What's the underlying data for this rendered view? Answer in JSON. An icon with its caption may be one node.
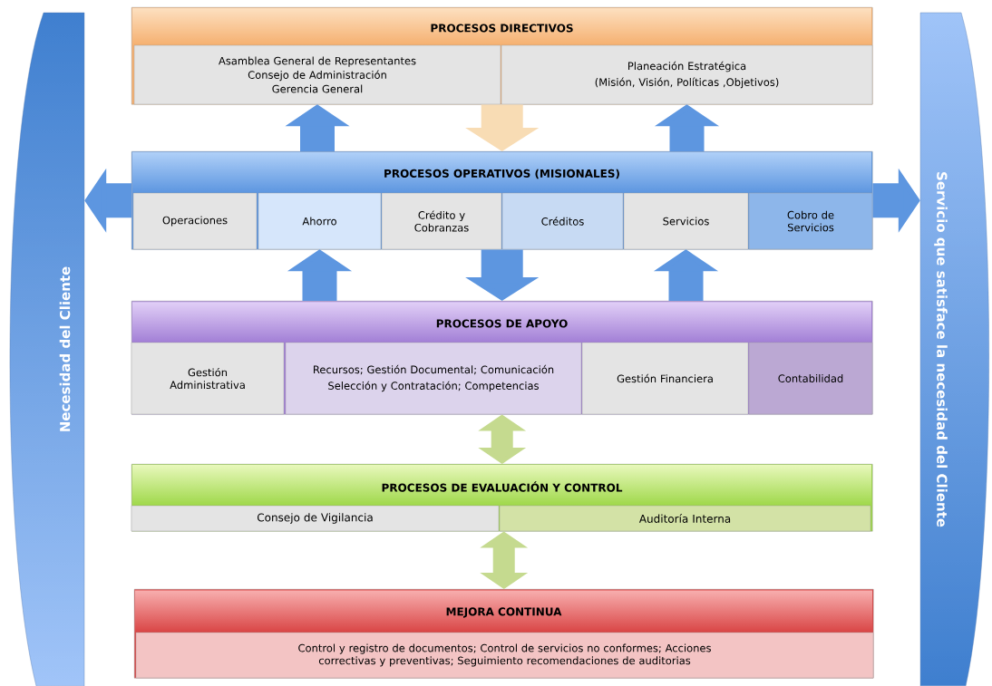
{
  "diagram": {
    "nodes": [
      {
        "text": [
          "Necesidad del Cliente"
        ]
      },
      {
        "text": [
          "PROCESOS  DIRECTIVOS"
        ]
      },
      {
        "text": [
          "Asamblea General de Representantes",
          "Consejo de Administración",
          "Gerencia General"
        ],
        "in": 1
      },
      {
        "text": [
          "Planeación Estratégica",
          "(Misión, Visión, Políticas ,Objetivos)"
        ],
        "in": 1
      },
      {
        "text": [
          "PROCESOS OPERATIVOS (MISIONALES)"
        ]
      },
      {
        "text": [
          "Operaciones"
        ],
        "in": 4
      },
      {
        "text": [
          "Ahorro"
        ],
        "in": 4
      },
      {
        "text": [
          "Crédito y Cobranzas"
        ],
        "in": 4
      },
      {
        "text": [
          "Créditos"
        ],
        "in": 4
      },
      {
        "text": [
          "Servicios"
        ],
        "in": 4
      },
      {
        "text": [
          "Cobro de Servicios"
        ],
        "in": 4
      },
      {
        "text": [
          "PROCESOS DE APOYO"
        ]
      },
      {
        "text": [
          "Gestión Administrativa"
        ],
        "in": 11
      },
      {
        "text": [
          "Recursos; Gestión Documental; Comunicación",
          "Selección y Contratación; Competencias"
        ],
        "in": 11
      },
      {
        "text": [
          "Gestión Financiera"
        ],
        "in": 11
      },
      {
        "text": [
          "Contabilidad"
        ],
        "in": 11
      },
      {
        "text": [
          "PROCESOS DE EVALUACIÓN Y CONTROL"
        ]
      },
      {
        "text": [
          "Consejo de Vigilancia"
        ],
        "in": 16
      },
      {
        "text": [
          "Auditoría Interna"
        ],
        "in": 16
      },
      {
        "text": [
          "MEJORA CONTINUA"
        ]
      },
      {
        "text": [
          "Control y registro de documentos; Control de servicios no conformes; Acciones correctivas y preventivas; Seguimiento recomendaciones de auditorias"
        ],
        "in": 19
      },
      {
        "text": [
          "Servicio que satisface la necesidad del Cliente"
        ]
      }
    ],
    "edges": [
      {
        "from": 4,
        "to": 2,
        "arrow": "to"
      },
      {
        "from": 1,
        "to": 4,
        "arrow": "to",
        "color": "#f8dcb4"
      },
      {
        "from": 4,
        "to": 3,
        "arrow": "to"
      },
      {
        "from": 4,
        "to": 0,
        "arrow": "to"
      },
      {
        "from": 4,
        "to": 21,
        "arrow": "to"
      },
      {
        "from": 11,
        "to": 6,
        "arrow": "to"
      },
      {
        "from": 4,
        "to": 11,
        "arrow": "to"
      },
      {
        "from": 11,
        "to": 9,
        "arrow": "to"
      },
      {
        "from": 11,
        "to": 16,
        "arrow": "both",
        "color": "#c5da8f"
      },
      {
        "from": 16,
        "to": 19,
        "arrow": "both",
        "color": "#c5da8f"
      }
    ]
  }
}
